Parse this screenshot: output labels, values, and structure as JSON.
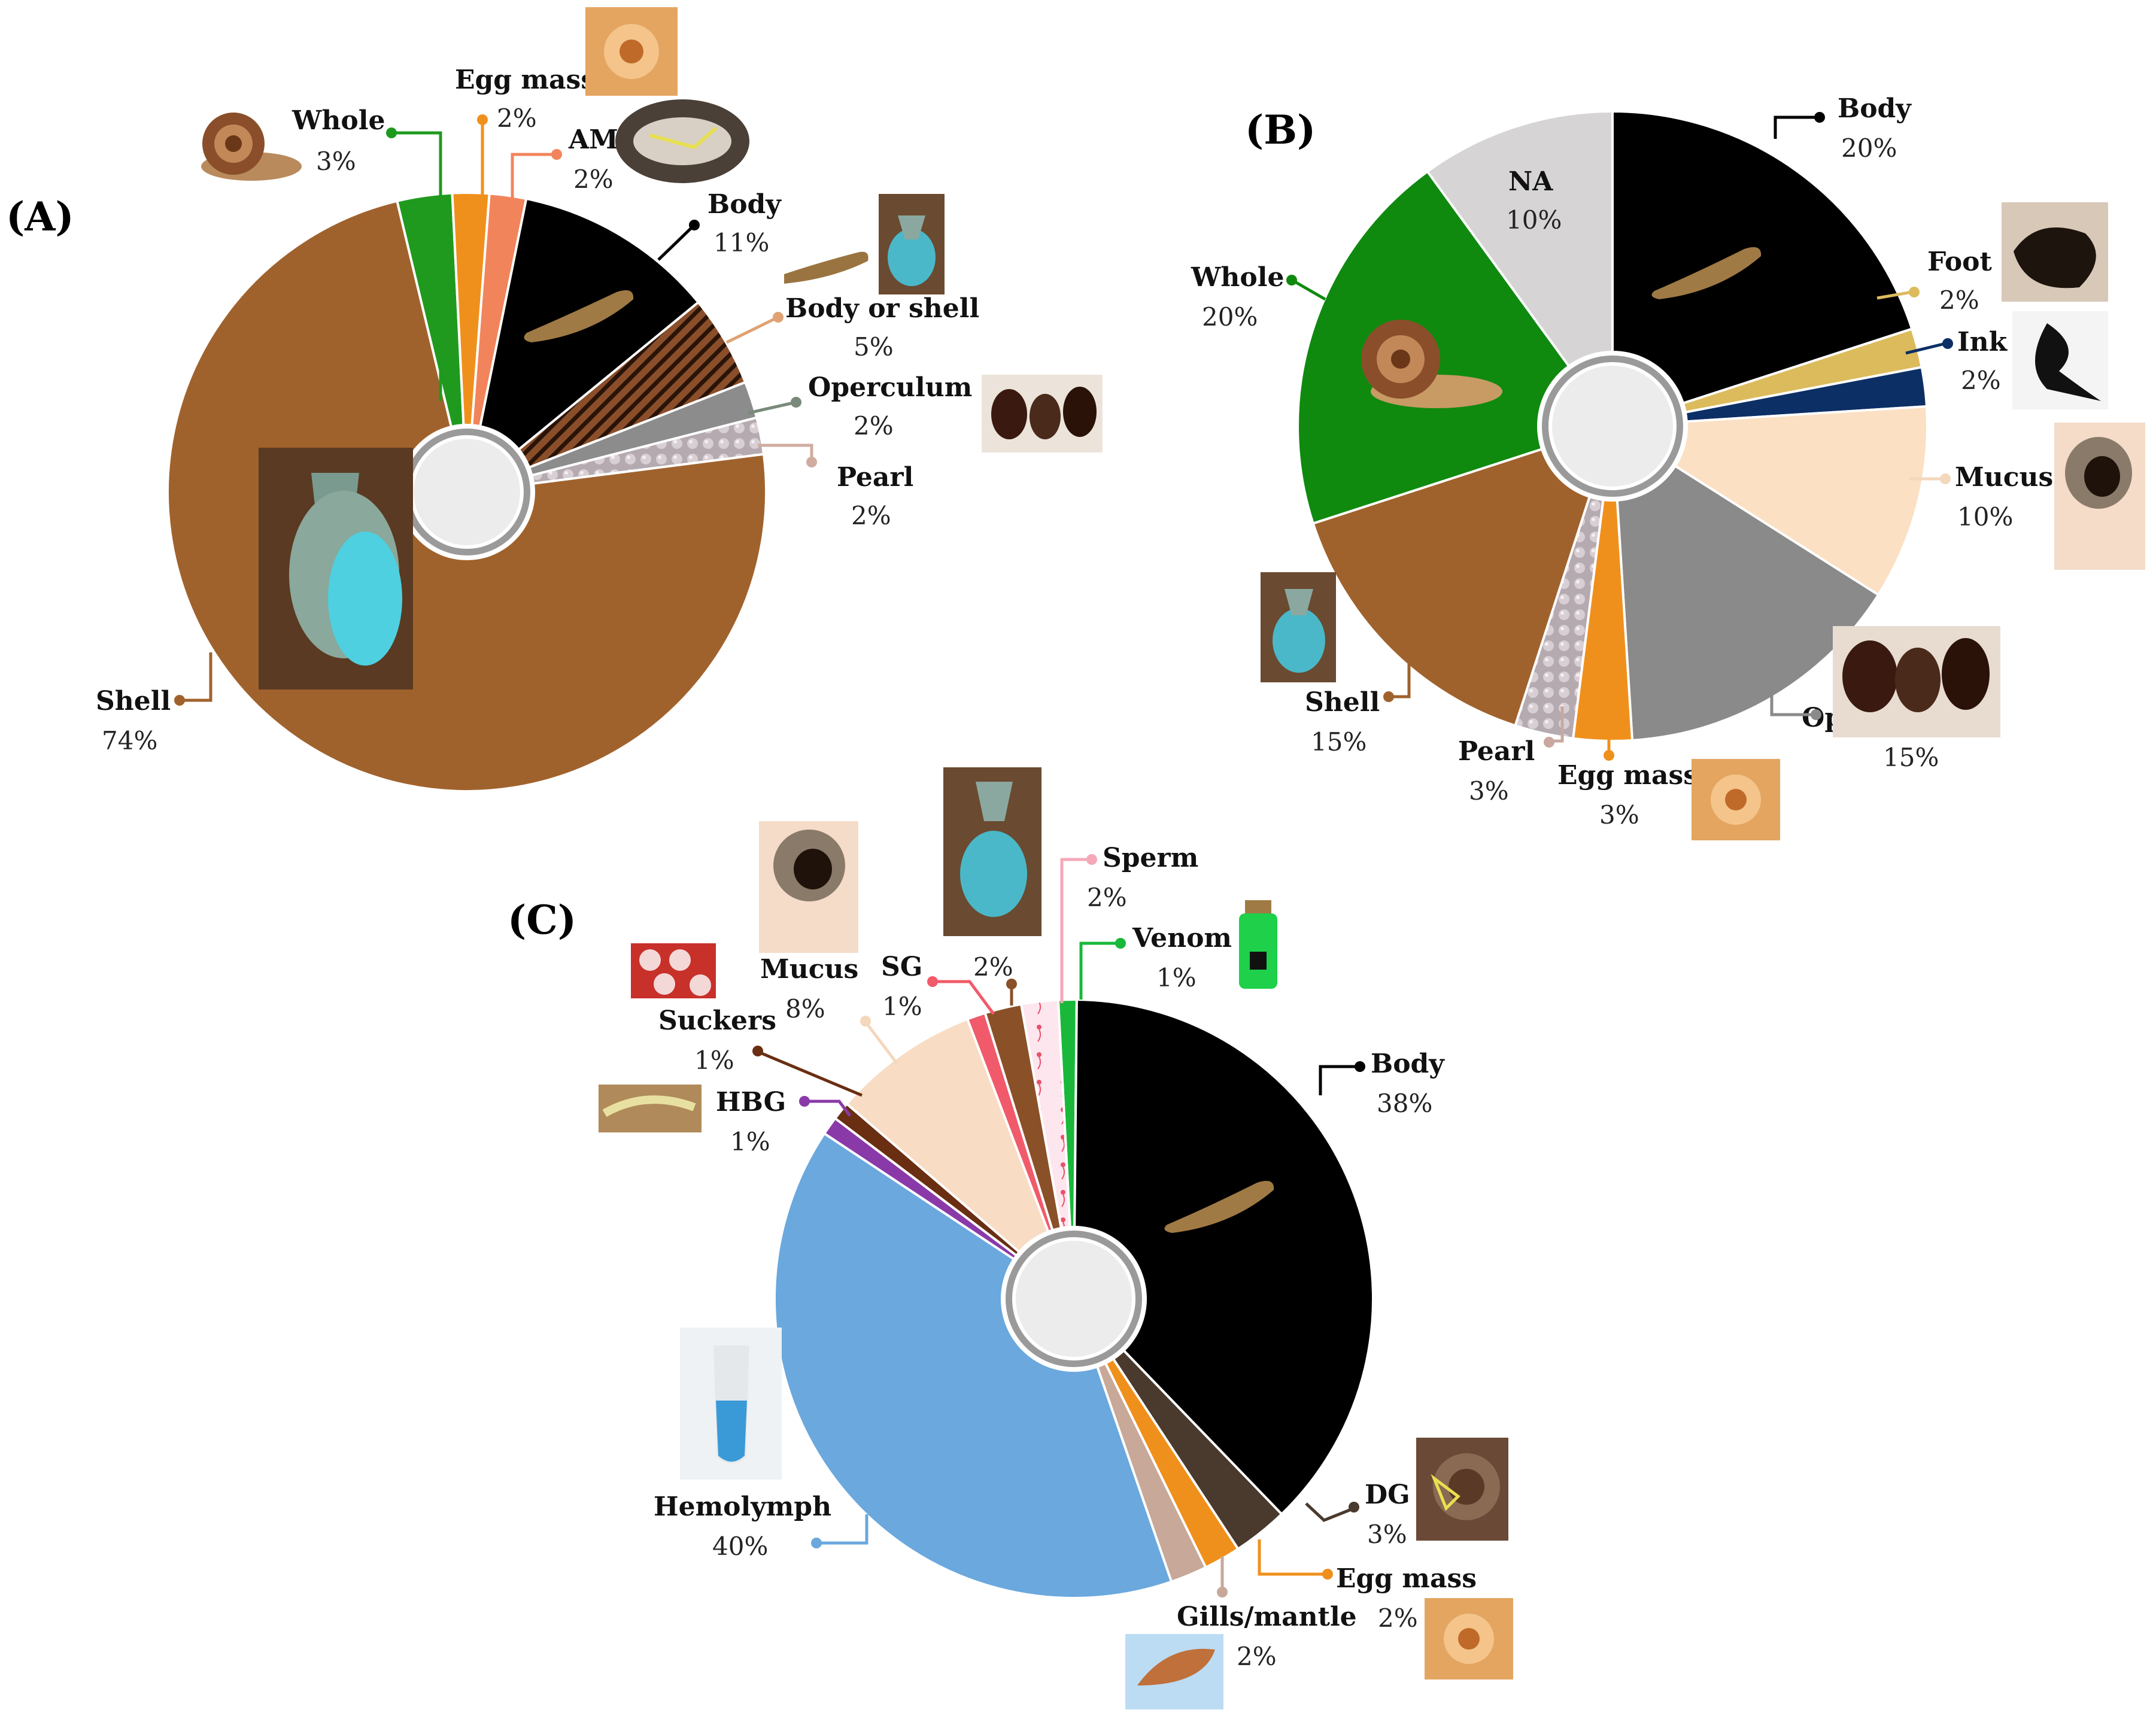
{
  "chart_data": [
    {
      "type": "pie",
      "panel": "(A)",
      "slices": [
        {
          "label": "Whole",
          "value": 3,
          "value_label": "3%",
          "color": "#1f9a1f"
        },
        {
          "label": "Egg mass",
          "value": 2,
          "value_label": "2%",
          "color": "#f0901c"
        },
        {
          "label": "AM",
          "value": 2,
          "value_label": "2%",
          "color": "#f2845c"
        },
        {
          "label": "Body",
          "value": 11,
          "value_label": "11%",
          "color": "#000000"
        },
        {
          "label": "Body or shell",
          "value": 5,
          "value_label": "5%",
          "color": "#8a4e2a",
          "pattern": "stripes"
        },
        {
          "label": "Operculum",
          "value": 2,
          "value_label": "2%",
          "color": "#8c8c8c"
        },
        {
          "label": "Pearl",
          "value": 2,
          "value_label": "2%",
          "color": "#b8b0b4",
          "pattern": "dots"
        },
        {
          "label": "Shell",
          "value": 74,
          "value_label": "74%",
          "color": "#a0622c"
        }
      ]
    },
    {
      "type": "pie",
      "panel": "(B)",
      "slices": [
        {
          "label": "Body",
          "value": 20,
          "value_label": "20%",
          "color": "#000000"
        },
        {
          "label": "Foot",
          "value": 2,
          "value_label": "2%",
          "color": "#dcbb5c"
        },
        {
          "label": "Ink",
          "value": 2,
          "value_label": "2%",
          "color": "#0c2f66"
        },
        {
          "label": "Mucus",
          "value": 10,
          "value_label": "10%",
          "color": "#fbe0c4"
        },
        {
          "label": "Operculum",
          "value": 15,
          "value_label": "15%",
          "color": "#8a8a8a"
        },
        {
          "label": "Egg mass",
          "value": 3,
          "value_label": "3%",
          "color": "#f0901c"
        },
        {
          "label": "Pearl",
          "value": 3,
          "value_label": "3%",
          "color": "#9a9098",
          "pattern": "dots"
        },
        {
          "label": "Shell",
          "value": 15,
          "value_label": "15%",
          "color": "#a0622c"
        },
        {
          "label": "Whole",
          "value": 20,
          "value_label": "20%",
          "color": "#0f8a0f"
        },
        {
          "label": "NA",
          "value": 10,
          "value_label": "10%",
          "color": "#d6d4d4"
        }
      ]
    },
    {
      "type": "pie",
      "panel": "(C)",
      "slices": [
        {
          "label": "Venom",
          "value": 1,
          "value_label": "1%",
          "color": "#19b83a"
        },
        {
          "label": "Body",
          "value": 38,
          "value_label": "38%",
          "color": "#000000"
        },
        {
          "label": "DG",
          "value": 3,
          "value_label": "3%",
          "color": "#4a3a2e"
        },
        {
          "label": "Egg mass",
          "value": 2,
          "value_label": "2%",
          "color": "#f0901c"
        },
        {
          "label": "Gills/mantle",
          "value": 2,
          "value_label": "2%",
          "color": "#c8a898"
        },
        {
          "label": "Hemolymph",
          "value": 40,
          "value_label": "40%",
          "color": "#6aa8de"
        },
        {
          "label": "HBG",
          "value": 1,
          "value_label": "1%",
          "color": "#8a3aa8"
        },
        {
          "label": "Suckers",
          "value": 1,
          "value_label": "1%",
          "color": "#6a2e12"
        },
        {
          "label": "Mucus",
          "value": 8,
          "value_label": "8%",
          "color": "#f8dcc4"
        },
        {
          "label": "SG",
          "value": 1,
          "value_label": "1%",
          "color": "#f05a6a"
        },
        {
          "label": "",
          "value": 2,
          "value_label": "2%",
          "color": "#8a5028"
        },
        {
          "label": "Sperm",
          "value": 2,
          "value_label": "2%",
          "color": "#fde4ec",
          "pattern": "sperm"
        }
      ]
    }
  ]
}
